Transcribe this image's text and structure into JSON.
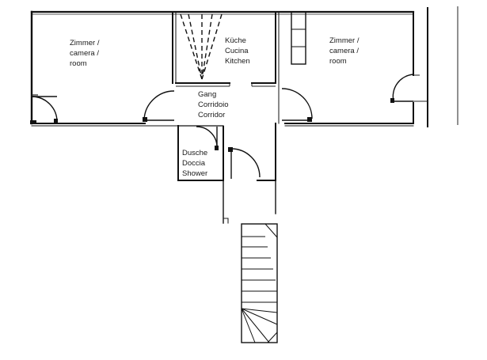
{
  "plan": {
    "rooms": [
      {
        "id": "room-left",
        "lines": [
          "Zimmer /",
          "camera /",
          "room"
        ]
      },
      {
        "id": "kitchen",
        "lines": [
          "Küche",
          "Cucina",
          "Kitchen"
        ]
      },
      {
        "id": "room-right",
        "lines": [
          "Zimmer /",
          "camera /",
          "room"
        ]
      },
      {
        "id": "corridor",
        "lines": [
          "Gang",
          "Corridoio",
          "Corridor"
        ]
      },
      {
        "id": "shower",
        "lines": [
          "Dusche",
          "Doccia",
          "Shower"
        ]
      }
    ]
  }
}
